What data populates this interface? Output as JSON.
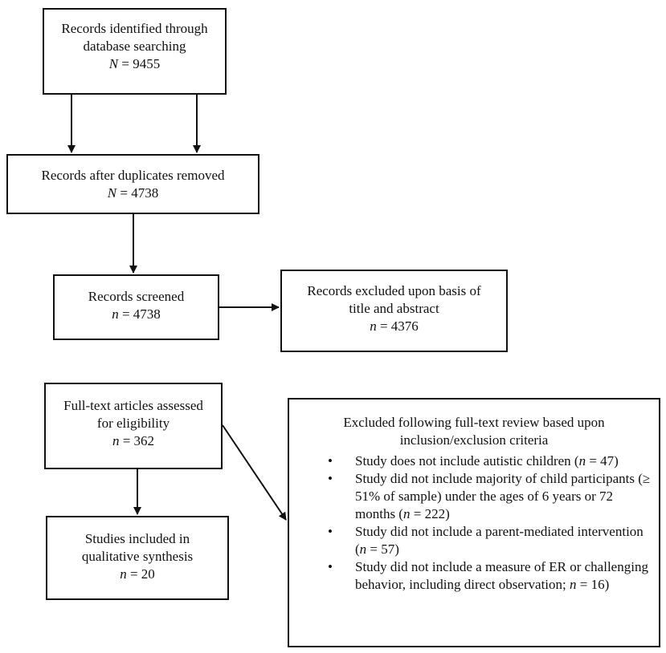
{
  "identified": {
    "line1": "Records identified through",
    "line2": "database searching",
    "count_var": "N",
    "count_text": " = 9455"
  },
  "duplicates": {
    "line1": "Records after duplicates removed",
    "count_var": "N",
    "count_text": " = 4738"
  },
  "screened": {
    "line1": "Records screened",
    "count_var": "n",
    "count_text": " = 4738"
  },
  "excluded_title": {
    "line1": "Records excluded upon basis of",
    "line2": "title and abstract",
    "count_var": "n",
    "count_text": " = 4376"
  },
  "fulltext": {
    "line1": "Full-text articles assessed",
    "line2": "for eligibility",
    "count_var": "n",
    "count_text": " = 362"
  },
  "included": {
    "line1": "Studies included in",
    "line2": "qualitative synthesis",
    "count_var": "n",
    "count_text": " = 20"
  },
  "excluded_fulltext": {
    "title1": "Excluded following full-text review based upon",
    "title2": "inclusion/exclusion criteria",
    "bullet": "•",
    "items": [
      {
        "pre": "Study does not include autistic children (",
        "var": "n",
        "post": " = 47)"
      },
      {
        "pre": "Study did not include majority of child participants (≥ 51% of sample) under the ages of 6 years or 72 months (",
        "var": "n",
        "post": " = 222)"
      },
      {
        "pre": "Study did not include a parent-mediated intervention (",
        "var": "n",
        "post": " = 57)"
      },
      {
        "pre": "Study did not include a measure of ER or challenging behavior, including direct observation; ",
        "var": "n",
        "post": " = 16)"
      }
    ]
  }
}
